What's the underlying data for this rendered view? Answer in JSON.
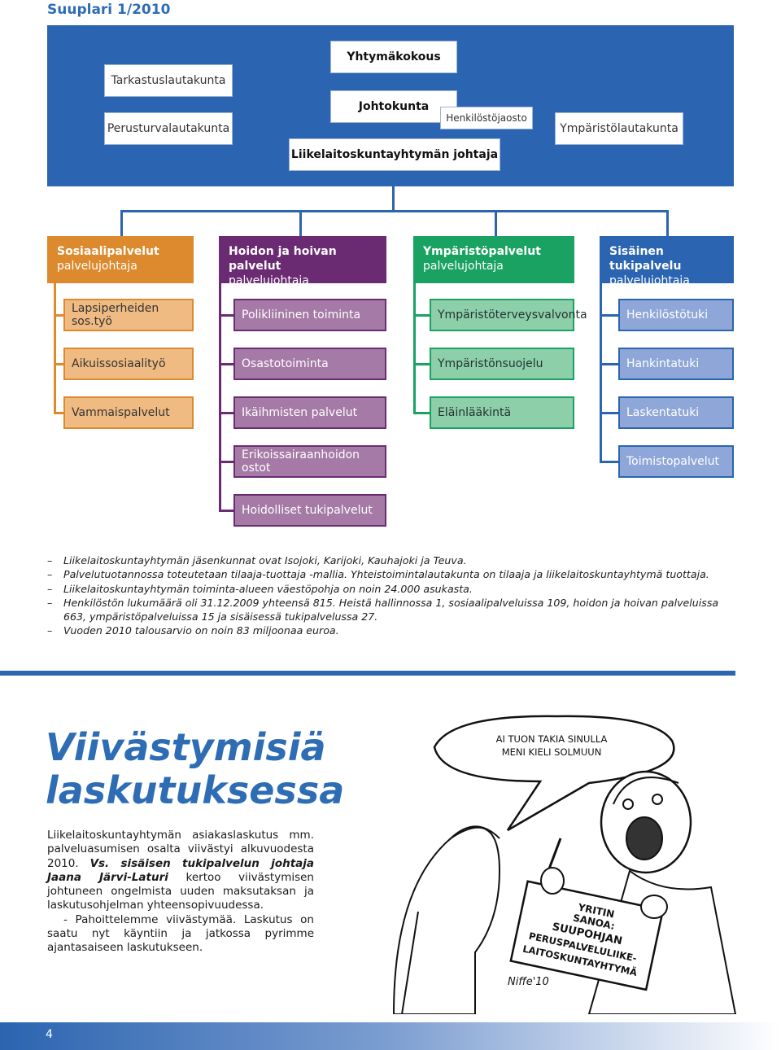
{
  "header": {
    "title": "Suuplari  1/2010"
  },
  "org": {
    "yhtymakokous": "Yhtymäkokous",
    "tarkastuslautakunta": "Tarkastuslautakunta",
    "johtokunta": "Johtokunta",
    "henkilostojaosto": "Henkilöstöjaosto",
    "perusturvalautakunta": "Perusturvalautakunta",
    "ymparistolautakunta": "Ympäristölautakunta",
    "johtaja": "Liikelaitoskuntayhtymän johtaja",
    "columns": [
      {
        "title": "Sosiaalipalvelut",
        "subtitle": "palvelujohtaja",
        "units": [
          "Lapsiperheiden sos.työ",
          "Aikuissosiaalityö",
          "Vammaispalvelut"
        ]
      },
      {
        "title": "Hoidon ja hoivan palvelut",
        "subtitle": "palvelujohtaja",
        "units": [
          "Polikliininen toiminta",
          "Osastotoiminta",
          "Ikäihmisten palvelut",
          "Erikoissairaanhoidon ostot",
          "Hoidolliset tukipalvelut"
        ]
      },
      {
        "title": "Ympäristöpalvelut",
        "subtitle": "palvelujohtaja",
        "units": [
          "Ympäristöterveysvalvonta",
          "Ympäristönsuojelu",
          "Eläinlääkintä"
        ]
      },
      {
        "title": "Sisäinen tukipalvelu",
        "subtitle": "palvelujohtaja",
        "units": [
          "Henkilöstötuki",
          "Hankintatuki",
          "Laskentatuki",
          "Toimistopalvelut"
        ]
      }
    ]
  },
  "notes": [
    "Liikelaitoskuntayhtymän jäsenkunnat ovat Isojoki, Karijoki, Kauhajoki ja Teuva.",
    "Palvelutuotannossa toteutetaan tilaaja-tuottaja -mallia. Yhteistoimintalautakunta on tilaaja ja liikelaitoskuntayhtymä tuottaja.",
    "Liikelaitoskuntayhtymän toiminta-alueen väestöpohja on noin 24.000 asukasta.",
    "Henkilöstön lukumäärä oli 31.12.2009 yhteensä 815. Heistä hallinnossa 1, sosiaalipalveluissa 109, hoidon ja hoivan palveluissa 663, ympäristöpalveluissa 15 ja sisäisessä tukipalvelussa 27.",
    "Vuoden 2010 talousarvio on noin 83 miljoonaa euroa."
  ],
  "article": {
    "headline_line1": "Viivästymisiä",
    "headline_line2": "laskutuksessa",
    "para1_start": "Liikelaitoskuntayhtymän asiakaslaskutus mm. palveluasumisen osalta viivästyi alkuvuodesta 2010.",
    "para1_bold": "Vs. sisäisen tukipalvelun johtaja Jaana Järvi-Laturi",
    "para1_end": "kertoo viivästymisen johtuneen ongelmista uuden maksutaksan ja laskutusohjelman yhteensopivuudessa.",
    "para2": "- Pahoittelemme viivästymää. Laskutus on saatu nyt käyntiin ja jatkossa pyrimme ajantasaiseen laskutukseen."
  },
  "cartoon": {
    "speech": "AI TUON TAKIA SINULLA MENI KIELI SOLMUUN",
    "sign_line1": "YRITIN",
    "sign_line2": "SANOA:",
    "sign_line3": "SUUPOHJAN",
    "sign_line4": "PERUSPALVELULIIKE-",
    "sign_line5": "LAITOSKUNTAYHTYMÄ",
    "signature": "Niffe'10"
  },
  "footer": {
    "page_number": "4"
  },
  "colors": {
    "blue": "#2b64b0",
    "orange": "#dd8a2e",
    "purple": "#6b2b73",
    "green": "#1aa262"
  }
}
